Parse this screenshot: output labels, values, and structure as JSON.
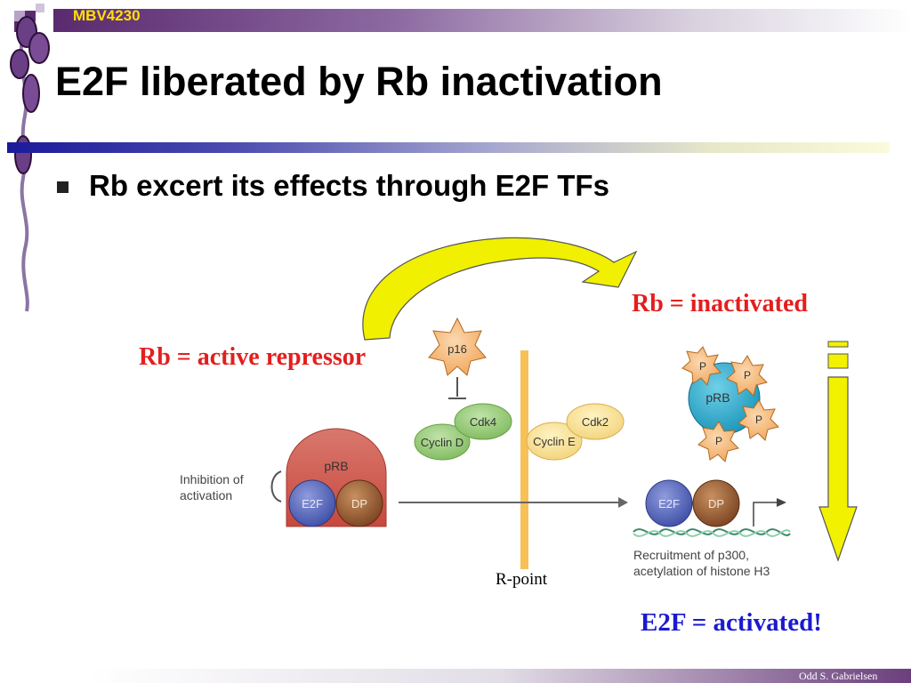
{
  "header": {
    "course_code": "MBV4230"
  },
  "slide": {
    "title": "E2F liberated by Rb inactivation",
    "bullet": "Rb excert its effects through E2F TFs"
  },
  "labels": {
    "active_repressor": "Rb = active repressor",
    "inactivated": "Rb = inactivated",
    "e2f_activated": "E2F = activated!",
    "r_point": "R-point"
  },
  "diagram": {
    "p16": "p16",
    "cdk4": "Cdk4",
    "cyclin_d": "Cyclin D",
    "cdk2": "Cdk2",
    "cyclin_e": "Cyclin E",
    "prb": "pRB",
    "e2f": "E2F",
    "dp": "DP",
    "phospho": "P",
    "inhibition_line1": "Inhibition of",
    "inhibition_line2": "activation",
    "recruitment_line1": "Recruitment of p300,",
    "recruitment_line2": "acetylation of histone H3"
  },
  "footer": {
    "author": "Odd S. Gabrielsen"
  },
  "colors": {
    "accent_purple": "#5a2a6e",
    "yellow_arrow": "#f2f200",
    "label_red": "#e41e1e",
    "label_blue": "#1a1ad0"
  }
}
